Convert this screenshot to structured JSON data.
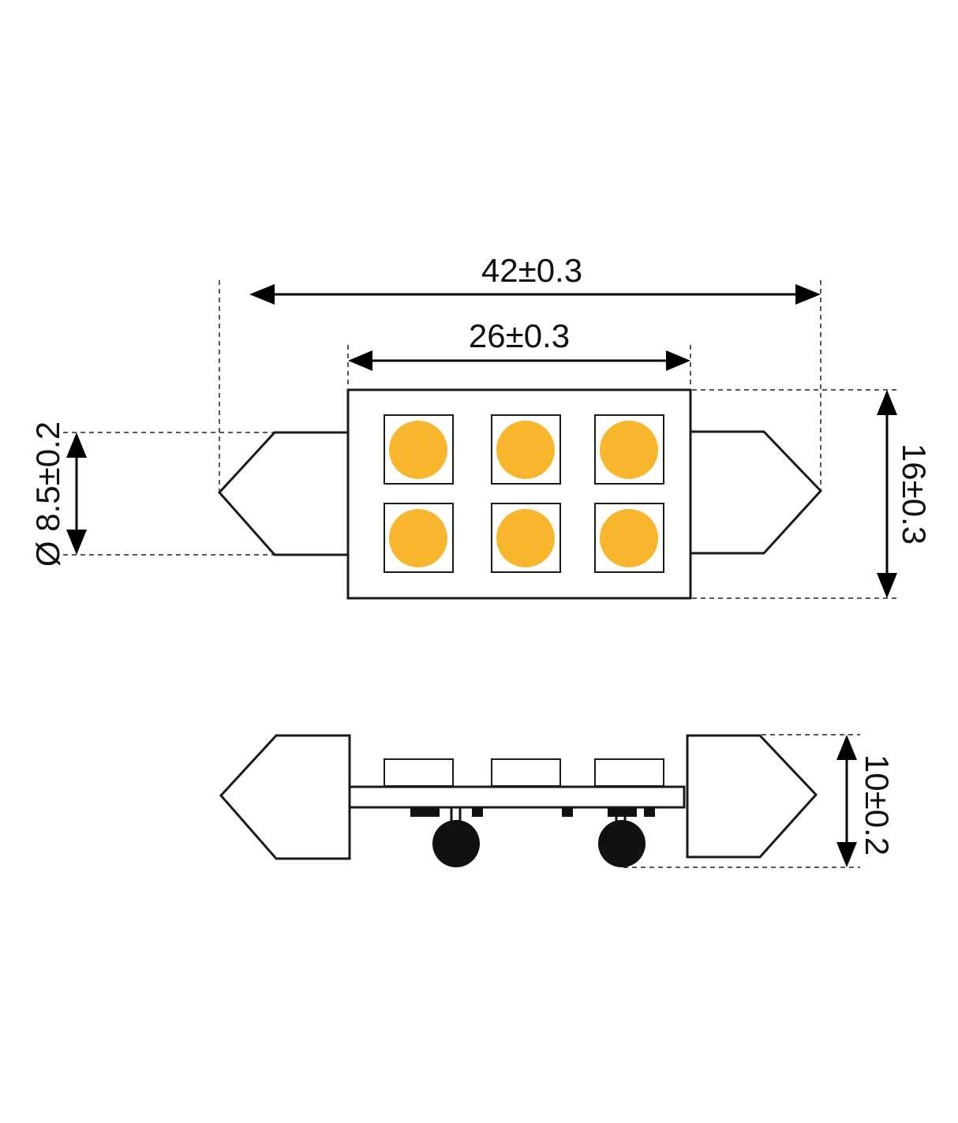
{
  "colors": {
    "led": "#f7b62e",
    "outline": "#1a1a1a",
    "background": "#ffffff"
  },
  "dimensions": {
    "total_length": "42±0.3",
    "body_length": "26±0.3",
    "cap_diameter": "Ø 8.5±0.2",
    "body_height": "16±0.3",
    "side_height": "10±0.2"
  }
}
